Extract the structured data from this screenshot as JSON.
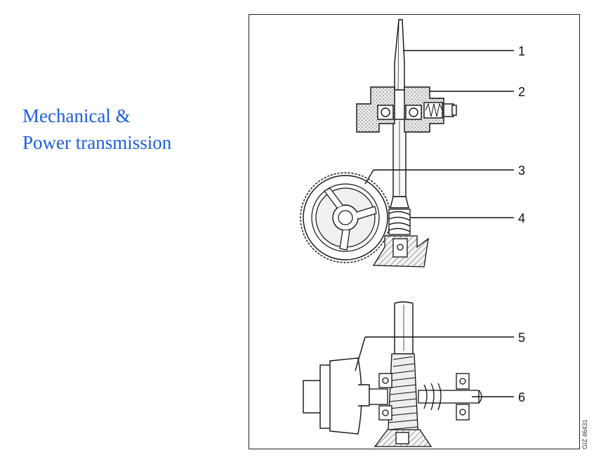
{
  "heading": {
    "line1": "Mechanical &",
    "line2": "Power transmission",
    "color": "#1a5fe0"
  },
  "figure": {
    "callouts": [
      "1",
      "2",
      "3",
      "4",
      "5",
      "6"
    ],
    "drawing_code": "GIZ 46431"
  }
}
